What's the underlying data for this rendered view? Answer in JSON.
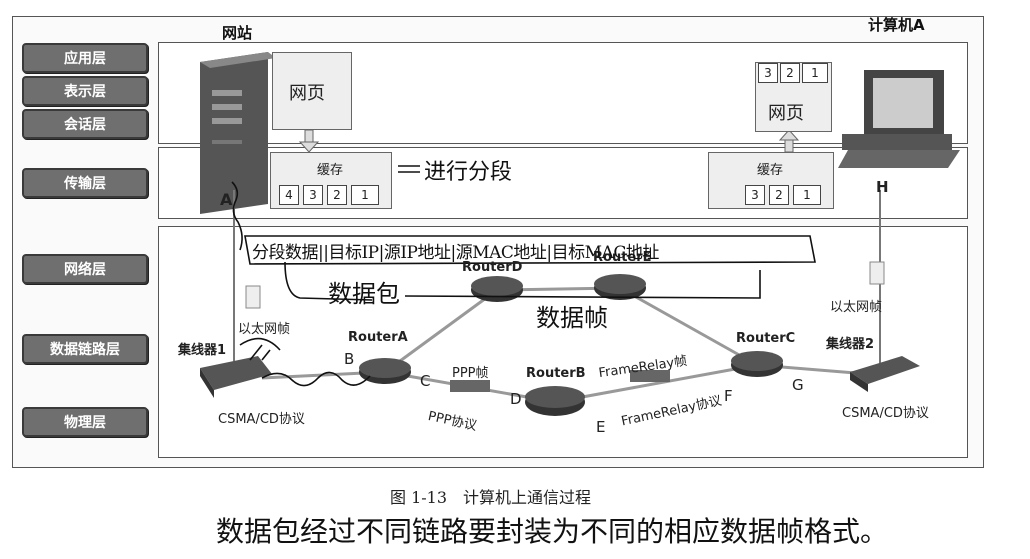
{
  "layers": [
    "应用层",
    "表示层",
    "会话层",
    "传输层",
    "网络层",
    "数据链路层",
    "物理层"
  ],
  "headers": {
    "website": "网站",
    "computer_a": "计算机A"
  },
  "boxes": {
    "webpage_left": "网页",
    "webpage_right": "网页",
    "cache_left": "缓存",
    "cache_right": "缓存",
    "seg_left": [
      "4",
      "3",
      "2",
      "1"
    ],
    "seg_right": [
      "3",
      "2",
      "1"
    ],
    "top_right": [
      "3",
      "2",
      "1"
    ]
  },
  "routers": {
    "a": "RouterA",
    "b": "RouterB",
    "c": "RouterC",
    "d": "RouterD",
    "e": "RouterE"
  },
  "hubs": {
    "one": "集线器1",
    "two": "集线器2"
  },
  "points": {
    "a": "A",
    "b": "B",
    "c": "C",
    "d": "D",
    "e": "E",
    "f": "F",
    "g": "G",
    "h": "H"
  },
  "protocols": {
    "csma_left": "CSMA/CD协议",
    "csma_right": "CSMA/CD协议",
    "ppp_frame": "PPP帧",
    "ppp_proto": "PPP协议",
    "fr_frame": "FrameRelay帧",
    "fr_proto": "FrameRelay协议",
    "eth_left": "以太网帧",
    "eth_right": "以太网帧"
  },
  "handwriting": {
    "segment_note": "进行分段",
    "packet_fields": "分段数据||目标IP|源IP地址|源MAC地址|目标MAC地址",
    "packet": "数据包",
    "frame": "数据帧",
    "footer": "数据包经过不同链路要封装为不同的相应数据帧格式。"
  },
  "caption": "图 1-13　计算机上通信过程"
}
